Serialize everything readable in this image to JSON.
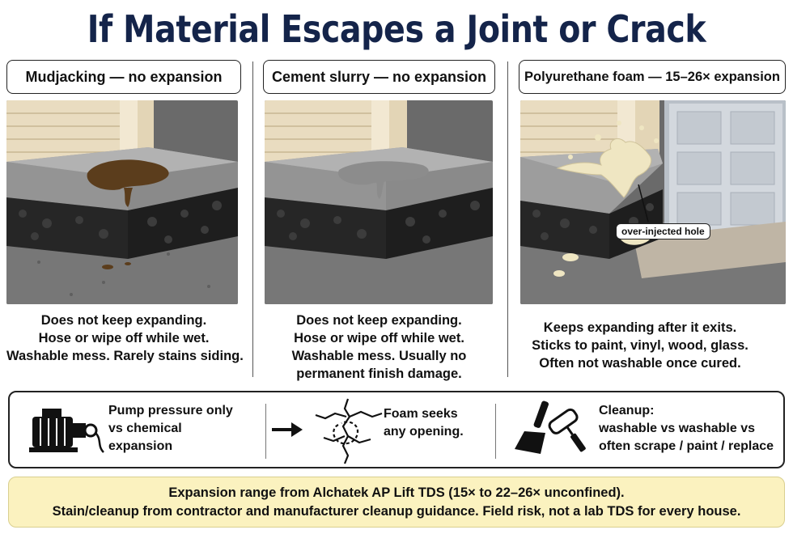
{
  "title": "If Material Escapes a Joint or Crack",
  "panels": [
    {
      "label": "Mudjacking — no expansion",
      "caption": [
        "Does not keep expanding.",
        "Hose or wipe off while wet.",
        "Washable mess. Rarely stains siding."
      ]
    },
    {
      "label": "Cement slurry — no expansion",
      "caption": [
        "Does not keep expanding.",
        "Hose or wipe off while wet.",
        "Washable mess. Usually no",
        "permanent finish damage."
      ]
    },
    {
      "label": "Polyurethane foam — 15–26× expansion",
      "caption": [
        "Keeps expanding after it exits.",
        "Sticks to paint, vinyl, wood, glass.",
        "Often not washable once cured."
      ],
      "hole_label": "over-injected hole"
    }
  ],
  "comparison": [
    {
      "icon": "pump-icon",
      "lines": [
        "Pump pressure only",
        "vs chemical",
        "expansion"
      ]
    },
    {
      "icon": "crack-icon",
      "lines": [
        "Foam seeks",
        "any opening."
      ]
    },
    {
      "icon": "scraper-roller-icon",
      "lines": [
        "Cleanup:",
        "washable vs washable vs",
        "often scrape / paint / replace"
      ]
    }
  ],
  "footer": [
    "Expansion range from Alchatek AP Lift TDS (15× to 22–26× unconfined).",
    "Stain/cleanup from contractor and manufacturer cleanup guidance. Field risk, not a lab TDS for every house."
  ],
  "colors": {
    "title": "#14244a",
    "mud": "#5b3d1c",
    "slurry": "#8c8c8c",
    "foam": "#efe6c2",
    "footer_bg": "#fbf2bf"
  }
}
